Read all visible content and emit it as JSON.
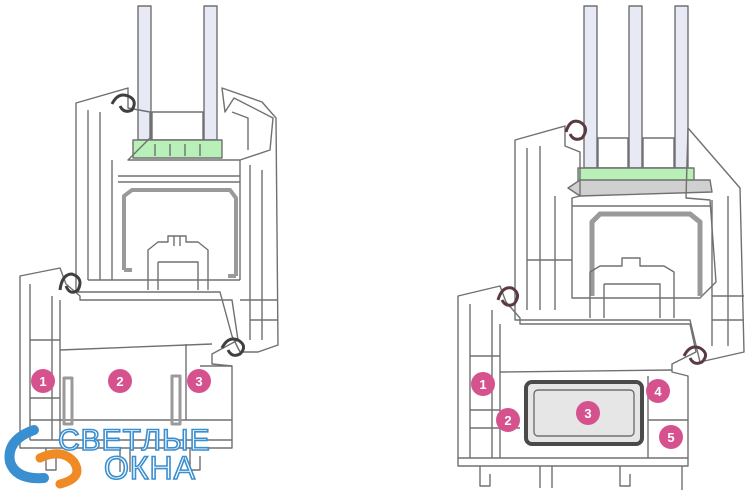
{
  "brand": {
    "logo_line1": "СВЕТЛЫЕ",
    "logo_line2": "ОКНА",
    "accent": "#d6528f",
    "logo_blue": "#3a8fd0",
    "logo_orange": "#f08a24"
  },
  "colors": {
    "profile_stroke": "#707070",
    "glass": "#e7e9f5",
    "spacer": "#b8f0b8",
    "steel": "#9a9a9a",
    "gasket": "#3f3f3f"
  },
  "left_profile": {
    "chambers": [
      "1",
      "2",
      "3"
    ]
  },
  "right_profile": {
    "chambers": [
      "1",
      "2",
      "3",
      "4",
      "5"
    ]
  }
}
